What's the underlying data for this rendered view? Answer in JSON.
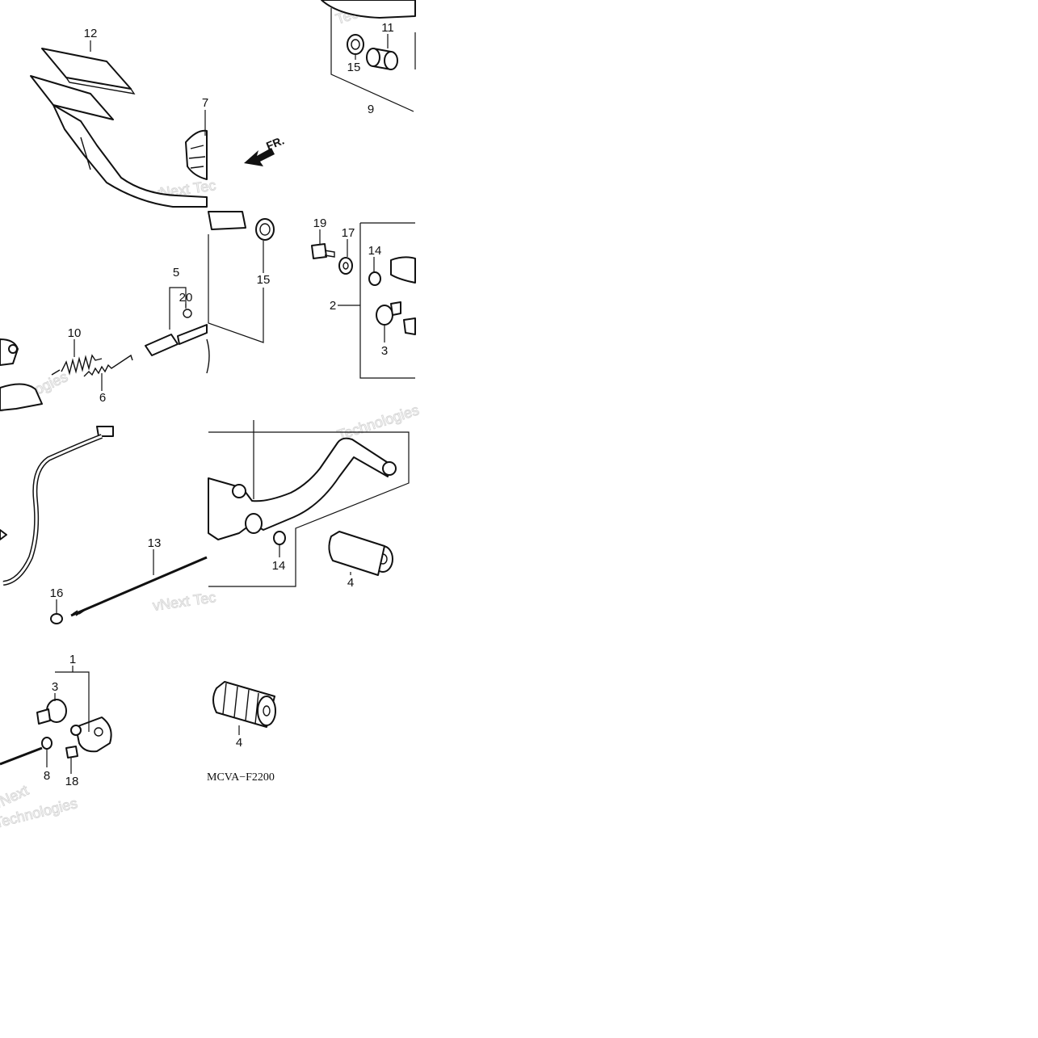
{
  "diagram_code": "MCVA−F2200",
  "direction_label": "FR.",
  "watermark_text": "vNext Technologies",
  "callouts": [
    "12",
    "11",
    "15",
    "9",
    "7",
    "15",
    "19",
    "17",
    "14",
    "2",
    "3",
    "5",
    "20",
    "10",
    "6",
    "13",
    "16",
    "14",
    "4",
    "1",
    "3",
    "8",
    "18",
    "4"
  ]
}
